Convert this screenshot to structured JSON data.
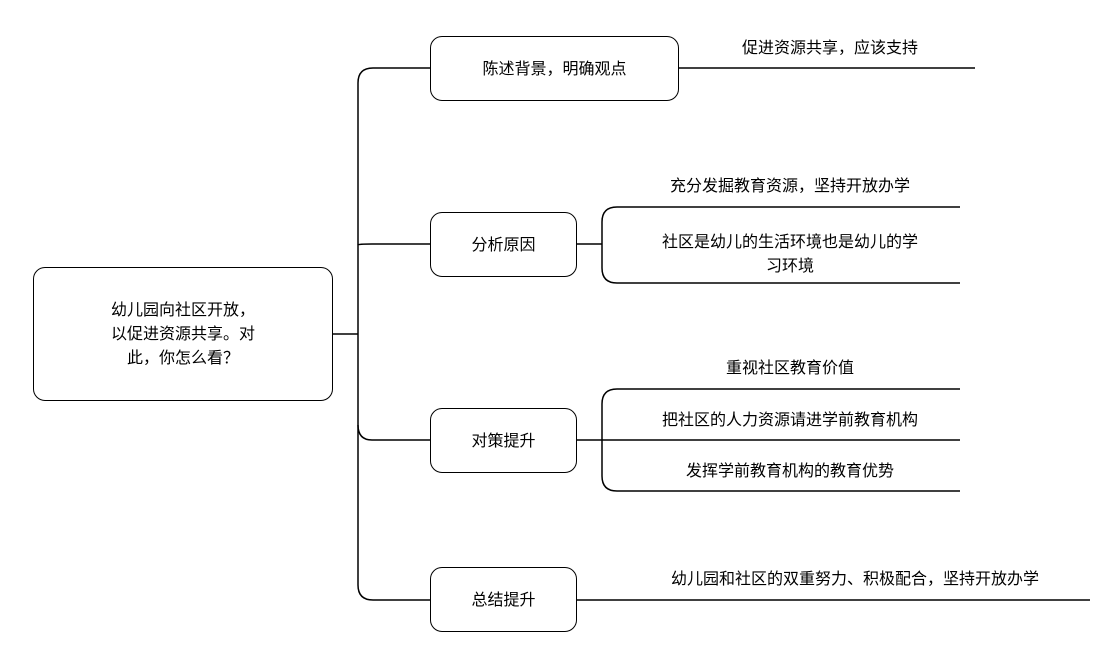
{
  "root": {
    "label": "幼儿园向社区开放，\n以促进资源共享。对\n此，你怎么看？"
  },
  "branches": [
    {
      "label": "陈述背景，明确观点",
      "leaves": [
        "促进资源共享，应该支持"
      ]
    },
    {
      "label": "分析原因",
      "leaves": [
        "充分发掘教育资源，坚持开放办学",
        "社区是幼儿的生活环境也是幼儿的学\n习环境"
      ]
    },
    {
      "label": "对策提升",
      "leaves": [
        "重视社区教育价值",
        "把社区的人力资源请进学前教育机构",
        "发挥学前教育机构的教育优势"
      ]
    },
    {
      "label": "总结提升",
      "leaves": [
        "幼儿园和社区的双重努力、积极配合，坚持开放办学"
      ]
    }
  ]
}
